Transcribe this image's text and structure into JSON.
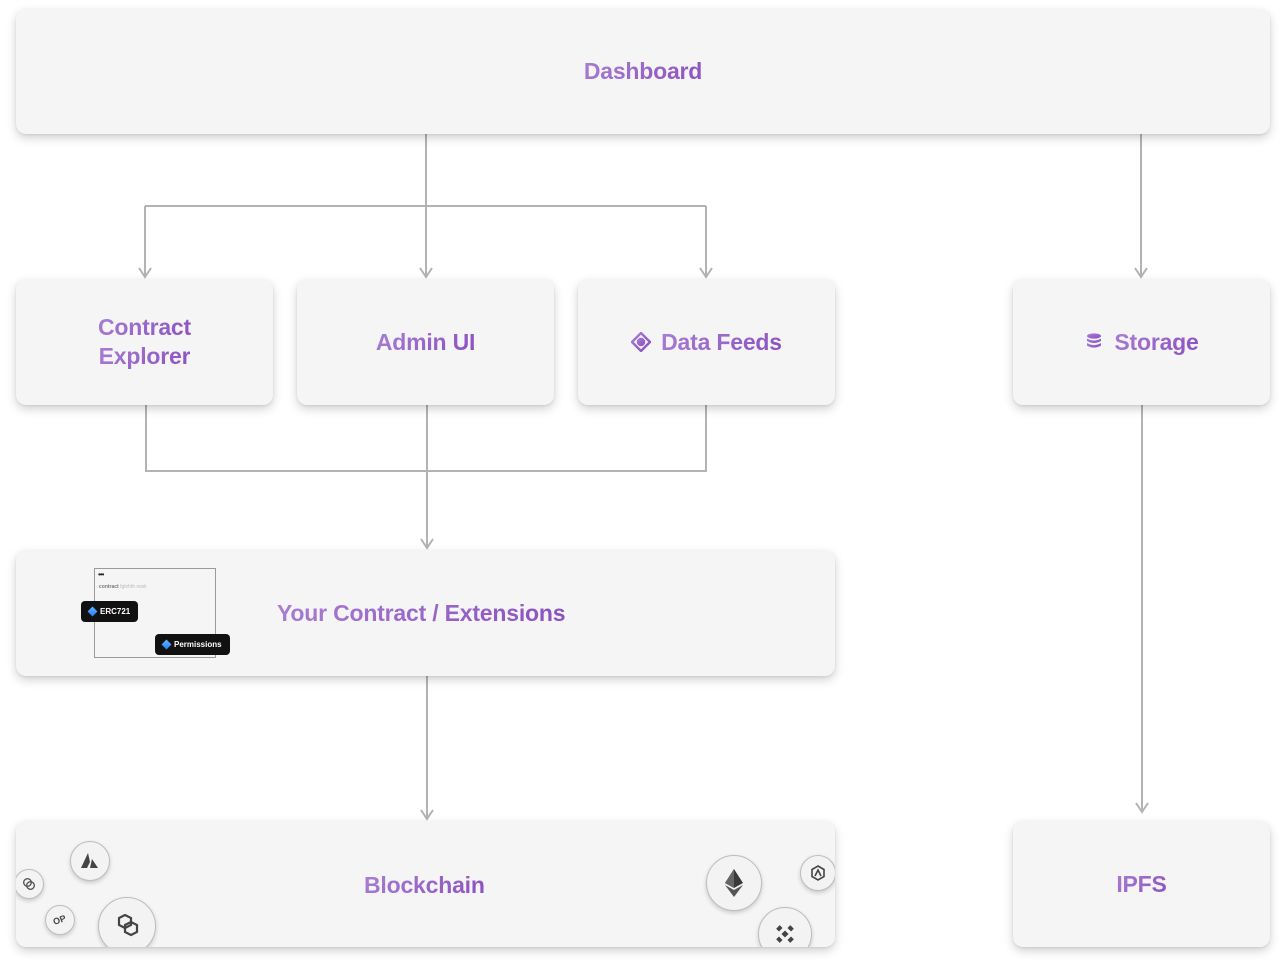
{
  "nodes": {
    "dashboard": "Dashboard",
    "contract_explorer_line1": "Contract",
    "contract_explorer_line2": "Explorer",
    "admin_ui": "Admin UI",
    "data_feeds": "Data Feeds",
    "storage": "Storage",
    "your_contract": "Your Contract / Extensions",
    "blockchain": "Blockchain",
    "ipfs": "IPFS"
  },
  "contract_preview": {
    "dots": "•••",
    "caption_main": "contract",
    "caption_sub": "fgiirhth rwsk",
    "pill_erc721": "ERC721",
    "pill_permissions": "Permissions"
  },
  "chain_icons": [
    "avalanche-icon",
    "polygon-icon",
    "optimism-icon",
    "celo-icon",
    "ethereum-icon",
    "arbitrum-icon",
    "binance-icon"
  ],
  "colors": {
    "label_gradient_start": "#a97fd4",
    "label_gradient_end": "#8a4fc0",
    "box_background": "#f5f5f5",
    "connector": "#b3b3b3"
  }
}
